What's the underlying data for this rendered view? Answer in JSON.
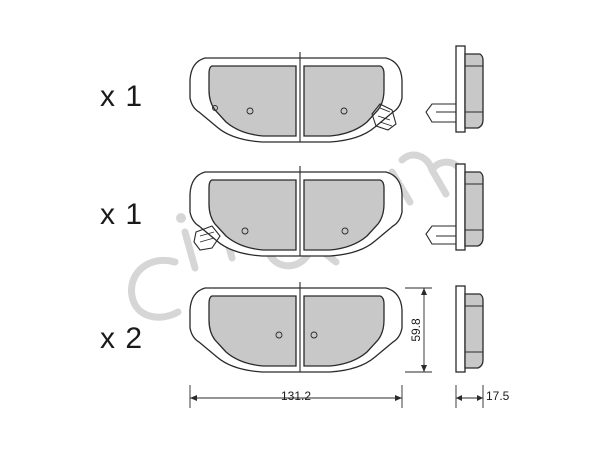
{
  "quantities": [
    {
      "label": "x 1"
    },
    {
      "label": "x 1"
    },
    {
      "label": "x 2"
    }
  ],
  "dimensions": {
    "width": "131.2",
    "height": "59.8",
    "thickness": "17.5"
  },
  "watermark": {
    "brand": "cifam",
    "color": "#d6d6d6"
  },
  "colors": {
    "pad_fill": "#c8c8c8",
    "outline": "#2a2a2a"
  }
}
